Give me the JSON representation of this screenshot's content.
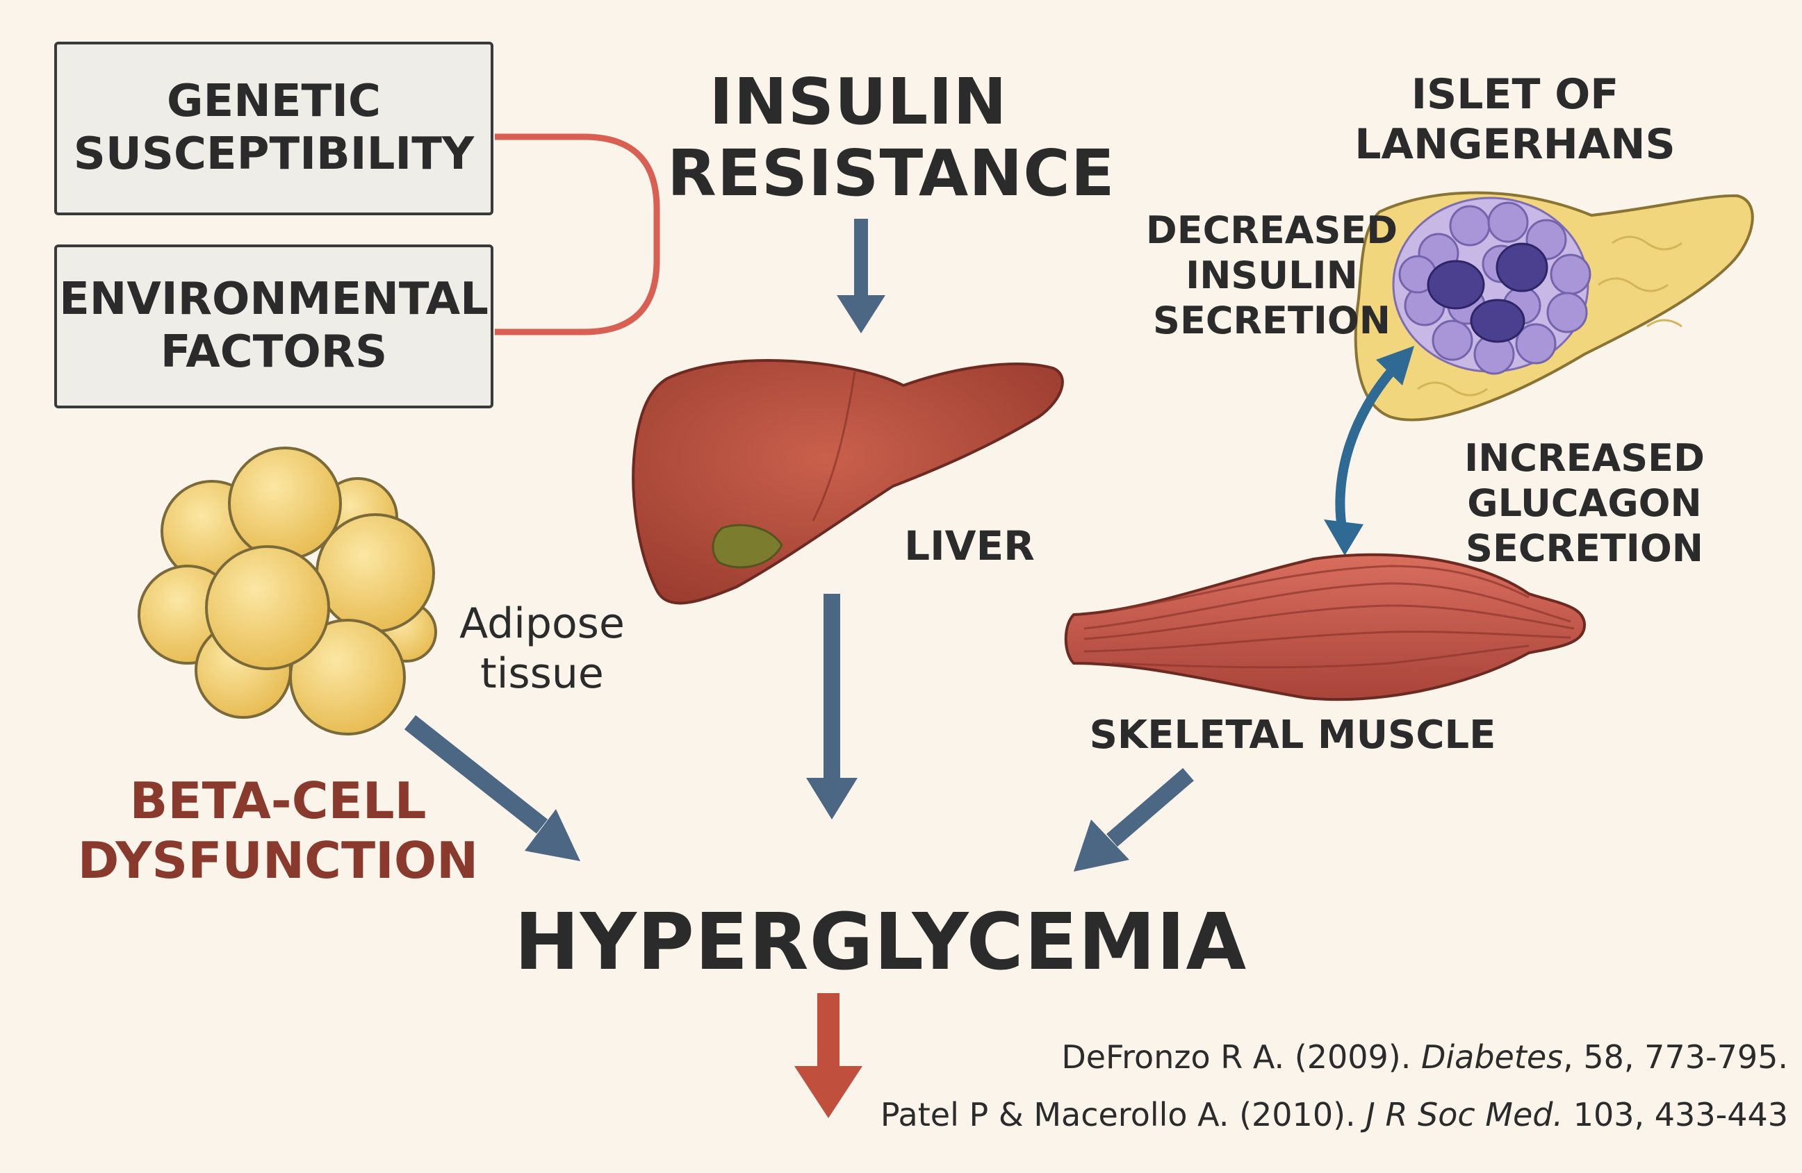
{
  "factors": {
    "genetic": "GENETIC\nSUSCEPTIBILITY",
    "environmental": "ENVIRONMENTAL\nFACTORS"
  },
  "insulin_resistance": "INSULIN\nRESISTANCE",
  "liver": "LIVER",
  "islet": "ISLET OF\nLANGERHANS",
  "decreased_insulin": "DECREASED\nINSULIN\nSECRETION",
  "increased_glucagon": "INCREASED\nGLUCAGON\nSECRETION",
  "adipose": "Adipose\ntissue",
  "beta_cell": "BETA-CELL\nDYSFUNCTION",
  "skeletal_muscle": "SKELETAL MUSCLE",
  "hyperglycemia": "HYPERGLYCEMIA",
  "references": [
    {
      "authors": "DeFronzo R A. (2009).",
      "journal": "Diabetes",
      "details": ", 58, 773-795."
    },
    {
      "authors": "Patel P & Macerollo A. (2010).",
      "journal": "J R Soc Med.",
      "details": " 103, 433-443"
    }
  ],
  "colors": {
    "background": "#faf4ea",
    "arrow_blue": "#4c6784",
    "arrow_red": "#c0503d",
    "connector_red": "#d85f52",
    "beta_cell_text": "#8a3a2c",
    "liver": "#b24a3a",
    "fat": "#f0cc6b",
    "muscle": "#c4564a",
    "islet": "#8d7ec4",
    "pancreas": "#f2d67e"
  }
}
